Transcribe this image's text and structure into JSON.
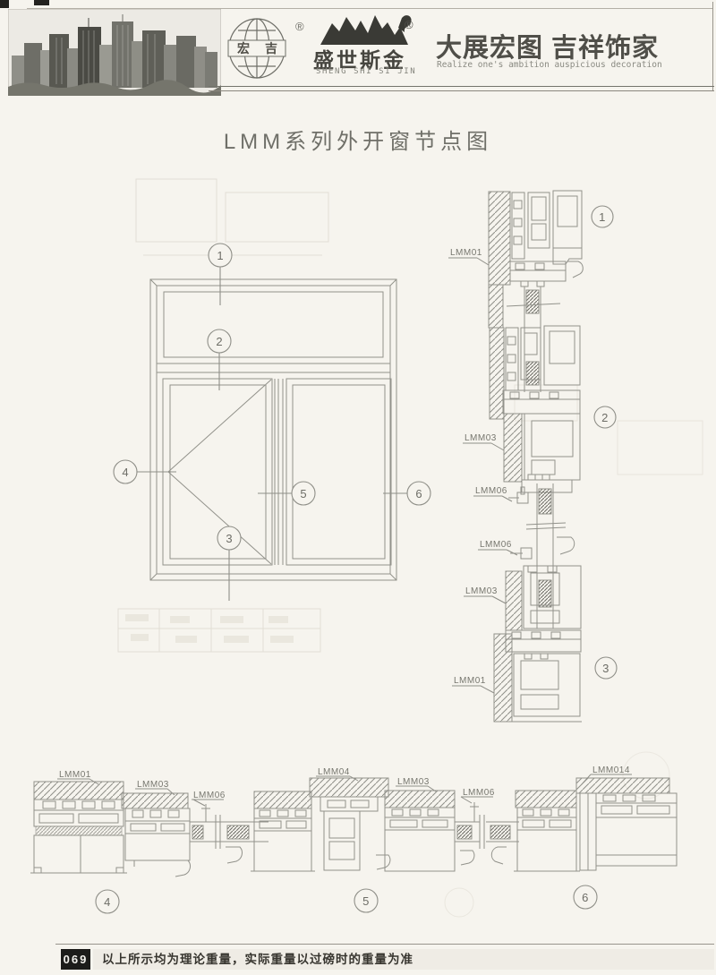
{
  "header": {
    "registered": "®",
    "hongji_logo_text": "宏吉",
    "brand_cn": "盛世斯金",
    "brand_en": "SHENG SHI SI JIN",
    "slogan_cn": "大展宏图 吉祥饰家",
    "slogan_en": "Realize one's ambition auspicious decoration"
  },
  "title": "LMM系列外开窗节点图",
  "elevation": {
    "callouts": [
      "1",
      "2",
      "3",
      "4",
      "5",
      "6"
    ]
  },
  "vertical_details": {
    "circles": [
      "1",
      "2",
      "3"
    ],
    "labels": [
      "LMM01",
      "LMM03",
      "LMM06",
      "LMM06",
      "LMM03",
      "LMM01"
    ]
  },
  "horizontal_details": {
    "circles": [
      "4",
      "5",
      "6"
    ],
    "labels": [
      "LMM01",
      "LMM03",
      "LMM06",
      "LMM04",
      "LMM03",
      "LMM06",
      "LMM014"
    ]
  },
  "footer": {
    "page_number": "069",
    "note": "以上所示均为理论重量，实际重量以过磅时的重量为准"
  },
  "colors": {
    "paper": "#f6f4ee",
    "line": "#92928b",
    "footer_box": "#1c1c1a"
  }
}
